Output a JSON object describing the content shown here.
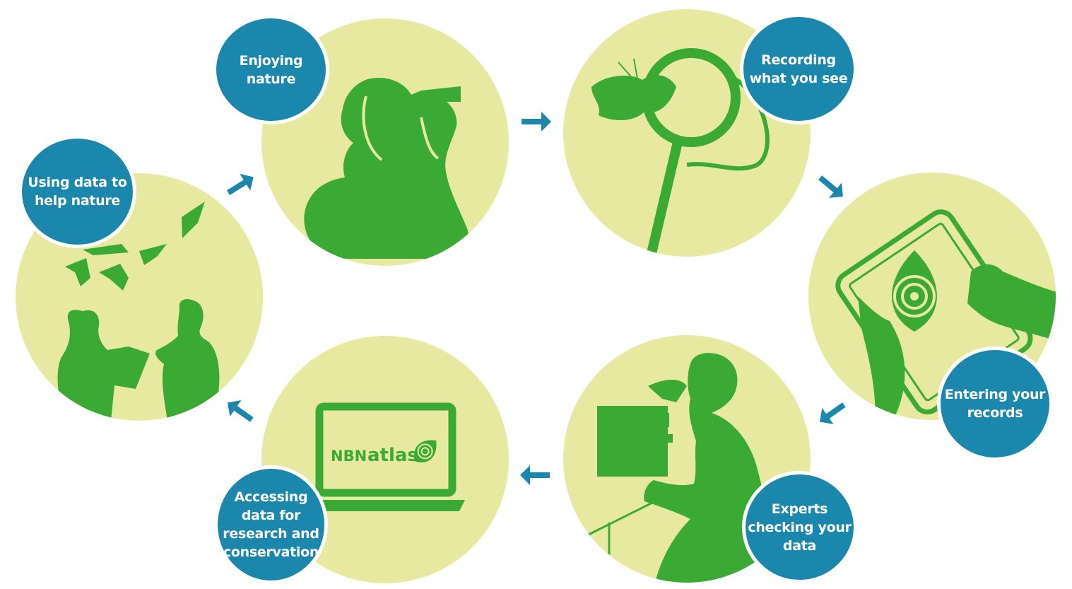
{
  "colors": {
    "circle_fill": "#e8e9a1",
    "silhouette": "#3aaa35",
    "badge_fill": "#1c87ad",
    "badge_text": "#ffffff",
    "arrow": "#1c87ad"
  },
  "steps": [
    {
      "label": "Enjoying\nnature",
      "icon": "person-with-binoculars-icon"
    },
    {
      "label": "Recording\nwhat you see",
      "icon": "butterfly-magnifier-icon"
    },
    {
      "label": "Entering your\nrecords",
      "icon": "tablet-in-hands-icon"
    },
    {
      "label": "Experts\nchecking your\ndata",
      "icon": "person-at-microscope-icon"
    },
    {
      "label": "Accessing\ndata for\nresearch and\nconservation",
      "icon": "laptop-icon"
    },
    {
      "label": "Using data to\nhelp nature",
      "icon": "people-and-birds-icon"
    }
  ],
  "laptop_screen": {
    "brand_nbn": "NBN",
    "brand_atlas": "atlas"
  }
}
